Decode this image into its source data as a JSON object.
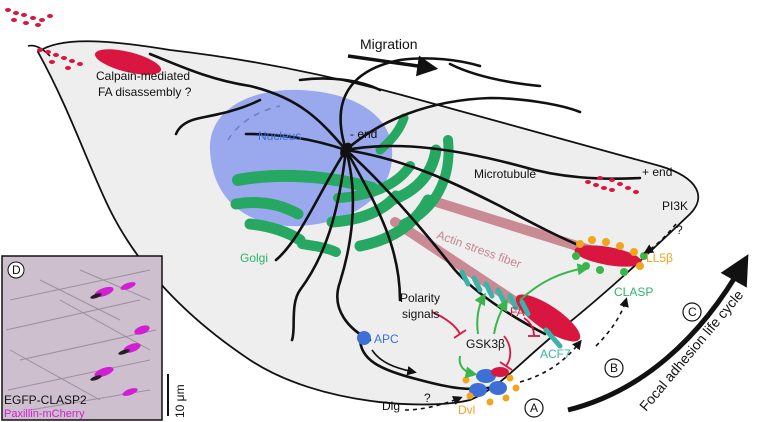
{
  "labels": {
    "migration": "Migration",
    "calpain_line1": "Calpain-mediated",
    "calpain_line2": "FA disassembly ?",
    "nucleus": "Nucleus",
    "minus_end": "- end",
    "microtubule": "Microtubule",
    "plus_end": "+ end",
    "golgi": "Golgi",
    "actin_stress_fiber": "Actin stress fiber",
    "fa": "FA",
    "pi3k": "PI3K",
    "question": "?",
    "ll5b": "LL5β",
    "clasp": "CLASP",
    "polarity_line1": "Polarity",
    "polarity_line2": "signals",
    "gsk3b": "GSK3β",
    "apc": "APC",
    "acf7": "ACF7",
    "dlg": "Dlg",
    "dvl": "Dvl",
    "focal_adhesion_life_cycle": "Focal adhesion life cycle",
    "step_a": "A",
    "step_b": "B",
    "step_c": "C",
    "inset_panel": "D",
    "inset_line1": "EGFP-CLASP2",
    "inset_line2": "Paxillin-mCherry",
    "scale_bar": "10 μm"
  },
  "colors": {
    "cell_fill": "#eeeeee",
    "nucleus": "#9aa9ee",
    "golgi": "#27a862",
    "focal_adhesion": "#d8163f",
    "stress_fiber": "#c98590",
    "apc_blue": "#3e6fd6",
    "orange": "#f0a61c",
    "green_arrow": "#39b54a",
    "inhibit_red": "#d8163f",
    "teal": "#3bb3a8",
    "magenta": "#d21fd2"
  }
}
